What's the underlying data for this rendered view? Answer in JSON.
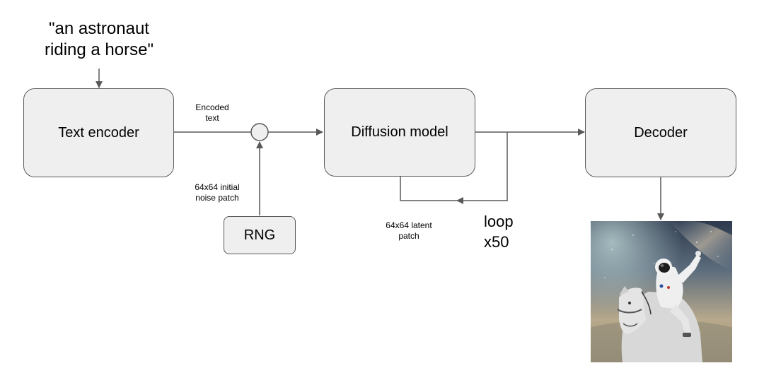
{
  "prompt": {
    "line1": "\"an astronaut",
    "line2": "riding a horse\""
  },
  "boxes": {
    "text_encoder": "Text encoder",
    "diffusion_model": "Diffusion model",
    "decoder": "Decoder",
    "rng": "RNG"
  },
  "labels": {
    "encoded_text_1": "Encoded",
    "encoded_text_2": "text",
    "noise_1": "64x64 initial",
    "noise_2": "noise patch",
    "latent_1": "64x64 latent",
    "latent_2": "patch",
    "loop_1": "loop",
    "loop_2": "x50"
  },
  "colors": {
    "box_fill": "#efefef",
    "box_stroke": "#595959",
    "arrow": "#595959"
  }
}
